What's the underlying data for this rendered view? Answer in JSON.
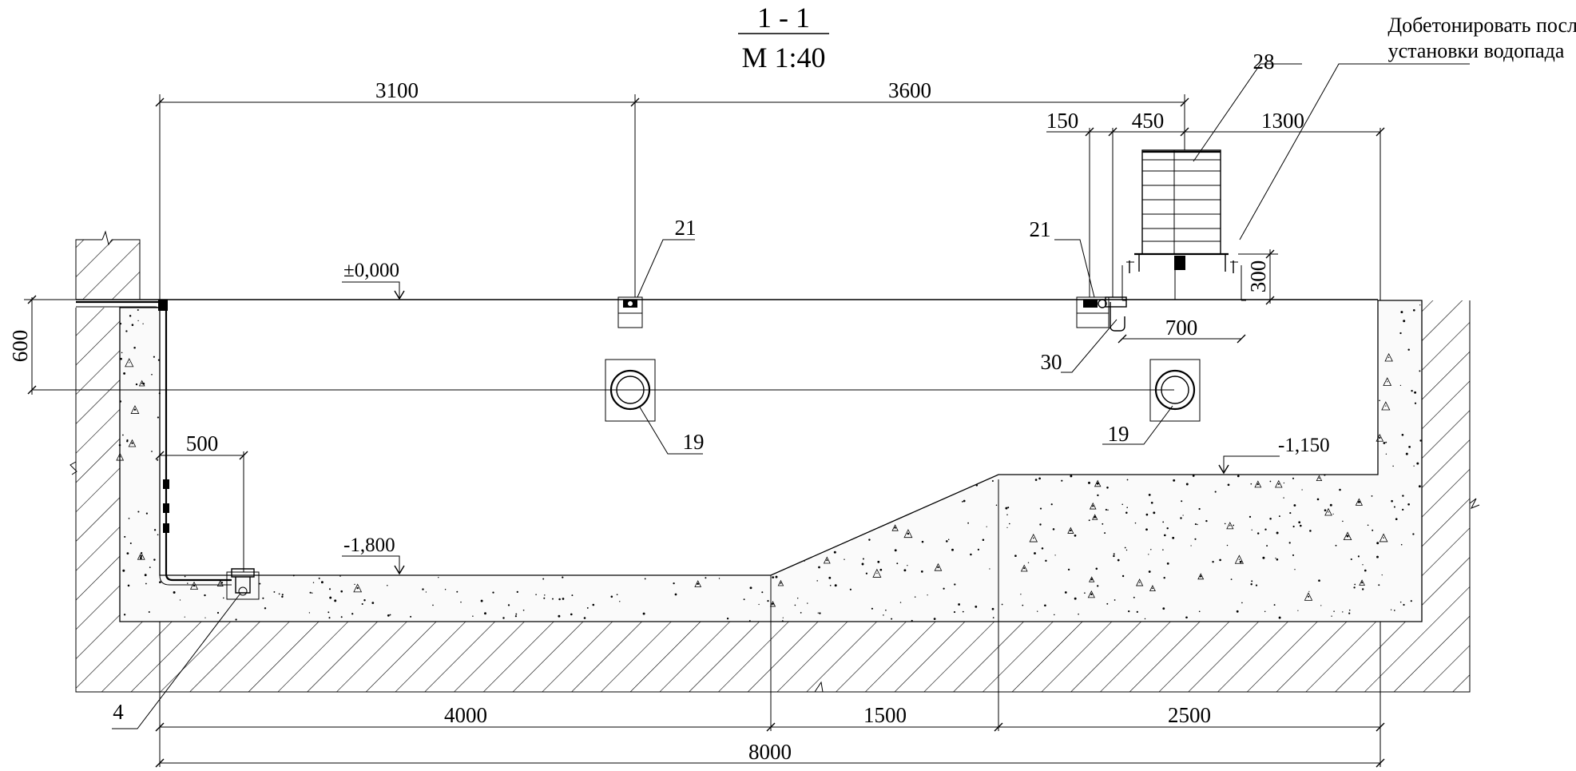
{
  "title": {
    "section": "1 - 1",
    "scale": "М 1:40"
  },
  "note": {
    "line1": "Добетонировать после",
    "line2": "установки водопада"
  },
  "dimensions": {
    "top_left": "3100",
    "top_right": "3600",
    "sub_150": "150",
    "sub_450": "450",
    "sub_1300": "1300",
    "vertical_600": "600",
    "vertical_300": "300",
    "width_700": "700",
    "inner_500": "500",
    "bottom_4000": "4000",
    "bottom_1500": "1500",
    "bottom_2500": "2500",
    "overall_8000": "8000"
  },
  "levels": {
    "zero": "±0,000",
    "deep": "-1,800",
    "shallow": "-1,150"
  },
  "callouts": {
    "c21_left": "21",
    "c21_right": "21",
    "c19_left": "19",
    "c19_right": "19",
    "c28": "28",
    "c30": "30",
    "c4": "4"
  }
}
